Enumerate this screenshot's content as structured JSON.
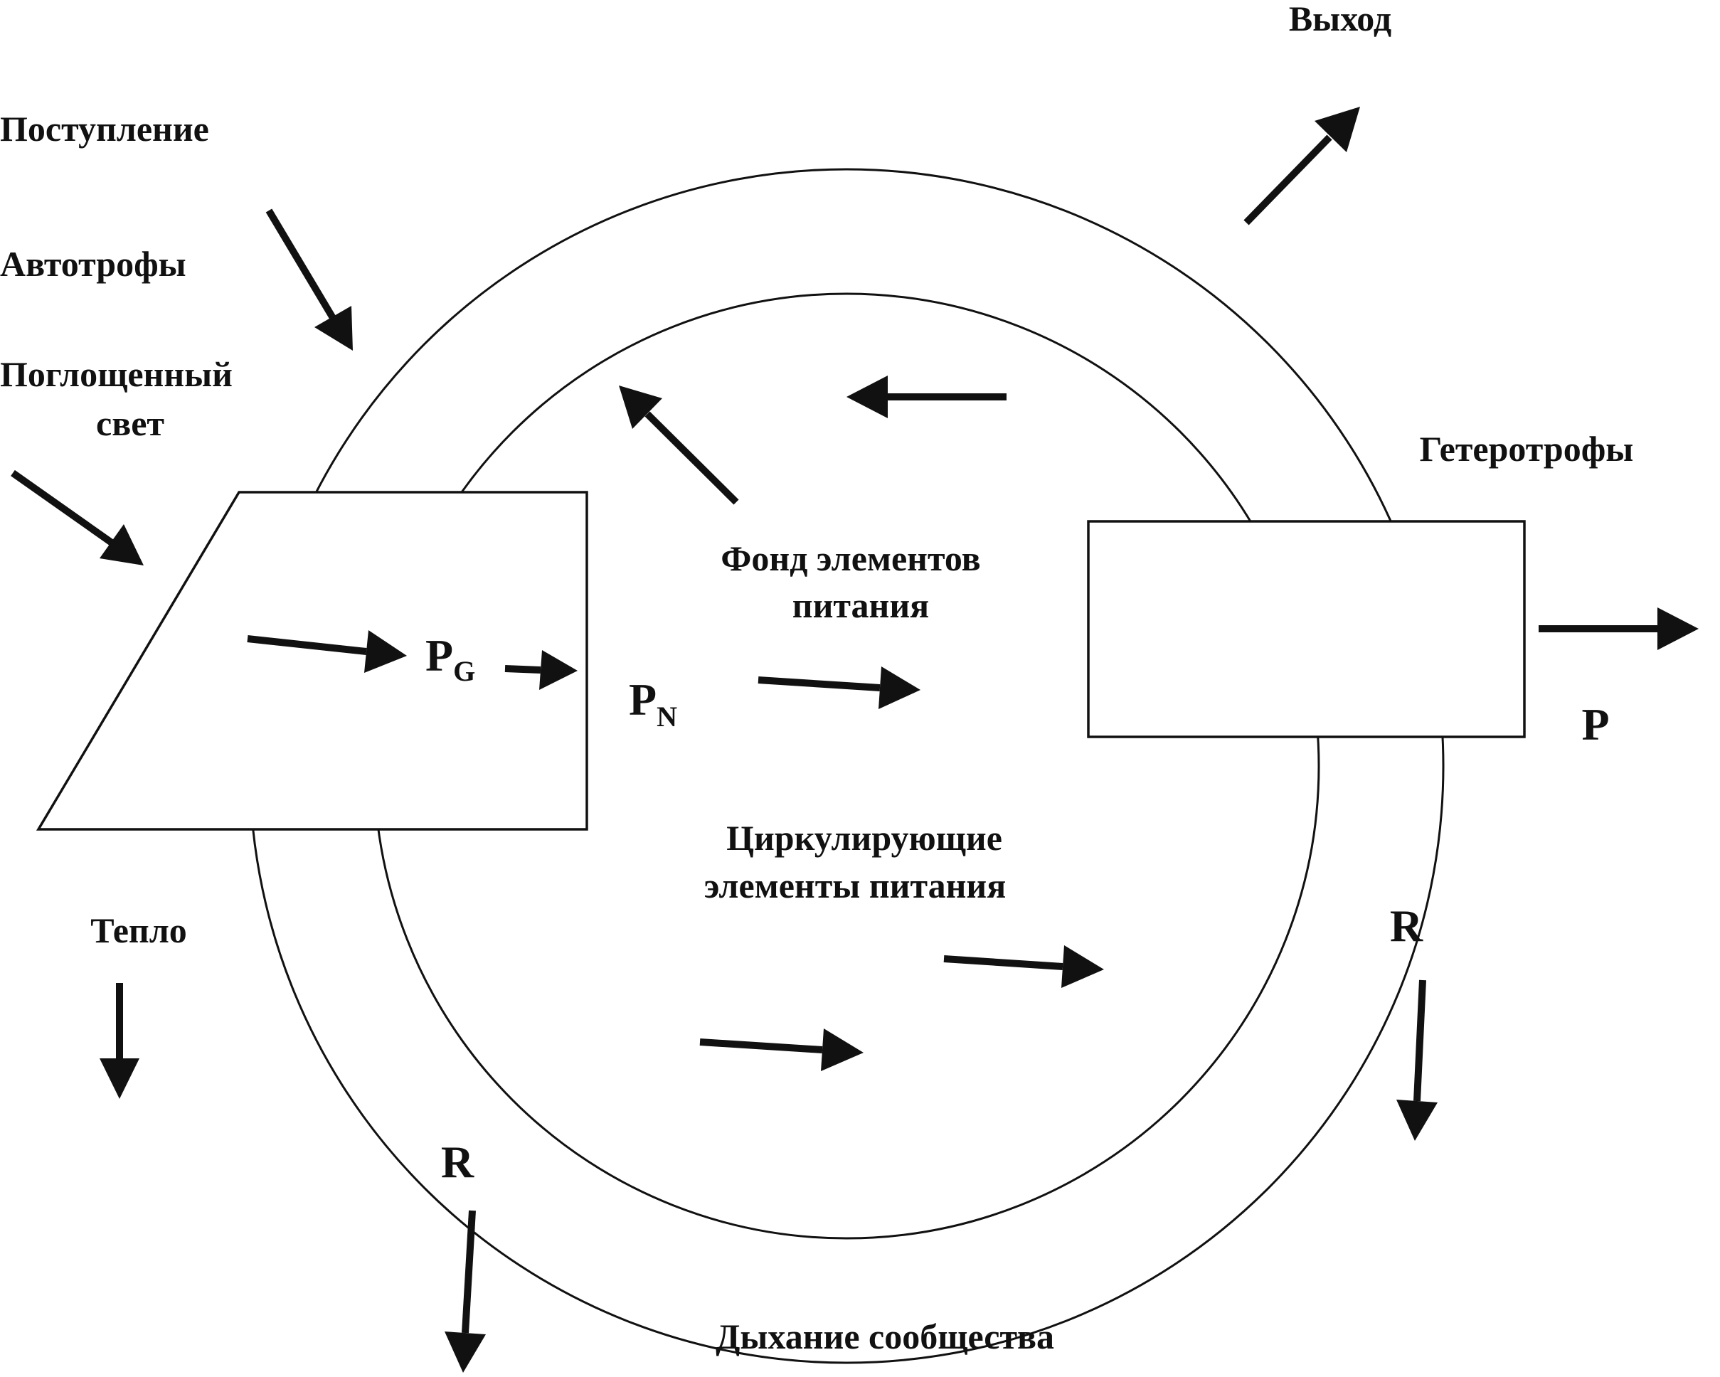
{
  "labels": {
    "input": "Поступление",
    "autotrophs": "Автотрофы",
    "absorbed_light_1": "Поглощенный",
    "absorbed_light_2": "свет",
    "output": "Выход",
    "heterotrophs": "Гетеротрофы",
    "nutrient_pool_1": "Фонд элементов",
    "nutrient_pool_2": "питания",
    "circulating_1": "Циркулирующие",
    "circulating_2": "элементы питания",
    "heat": "Тепло",
    "community_respiration": "Дыхание сообщества"
  },
  "symbols": {
    "pg_main": "P",
    "pg_sub": "G",
    "pn_main": "P",
    "pn_sub": "N",
    "p": "P",
    "r_left": "R",
    "r_right": "R"
  },
  "colors": {
    "ink": "#111111",
    "background": "#ffffff"
  }
}
